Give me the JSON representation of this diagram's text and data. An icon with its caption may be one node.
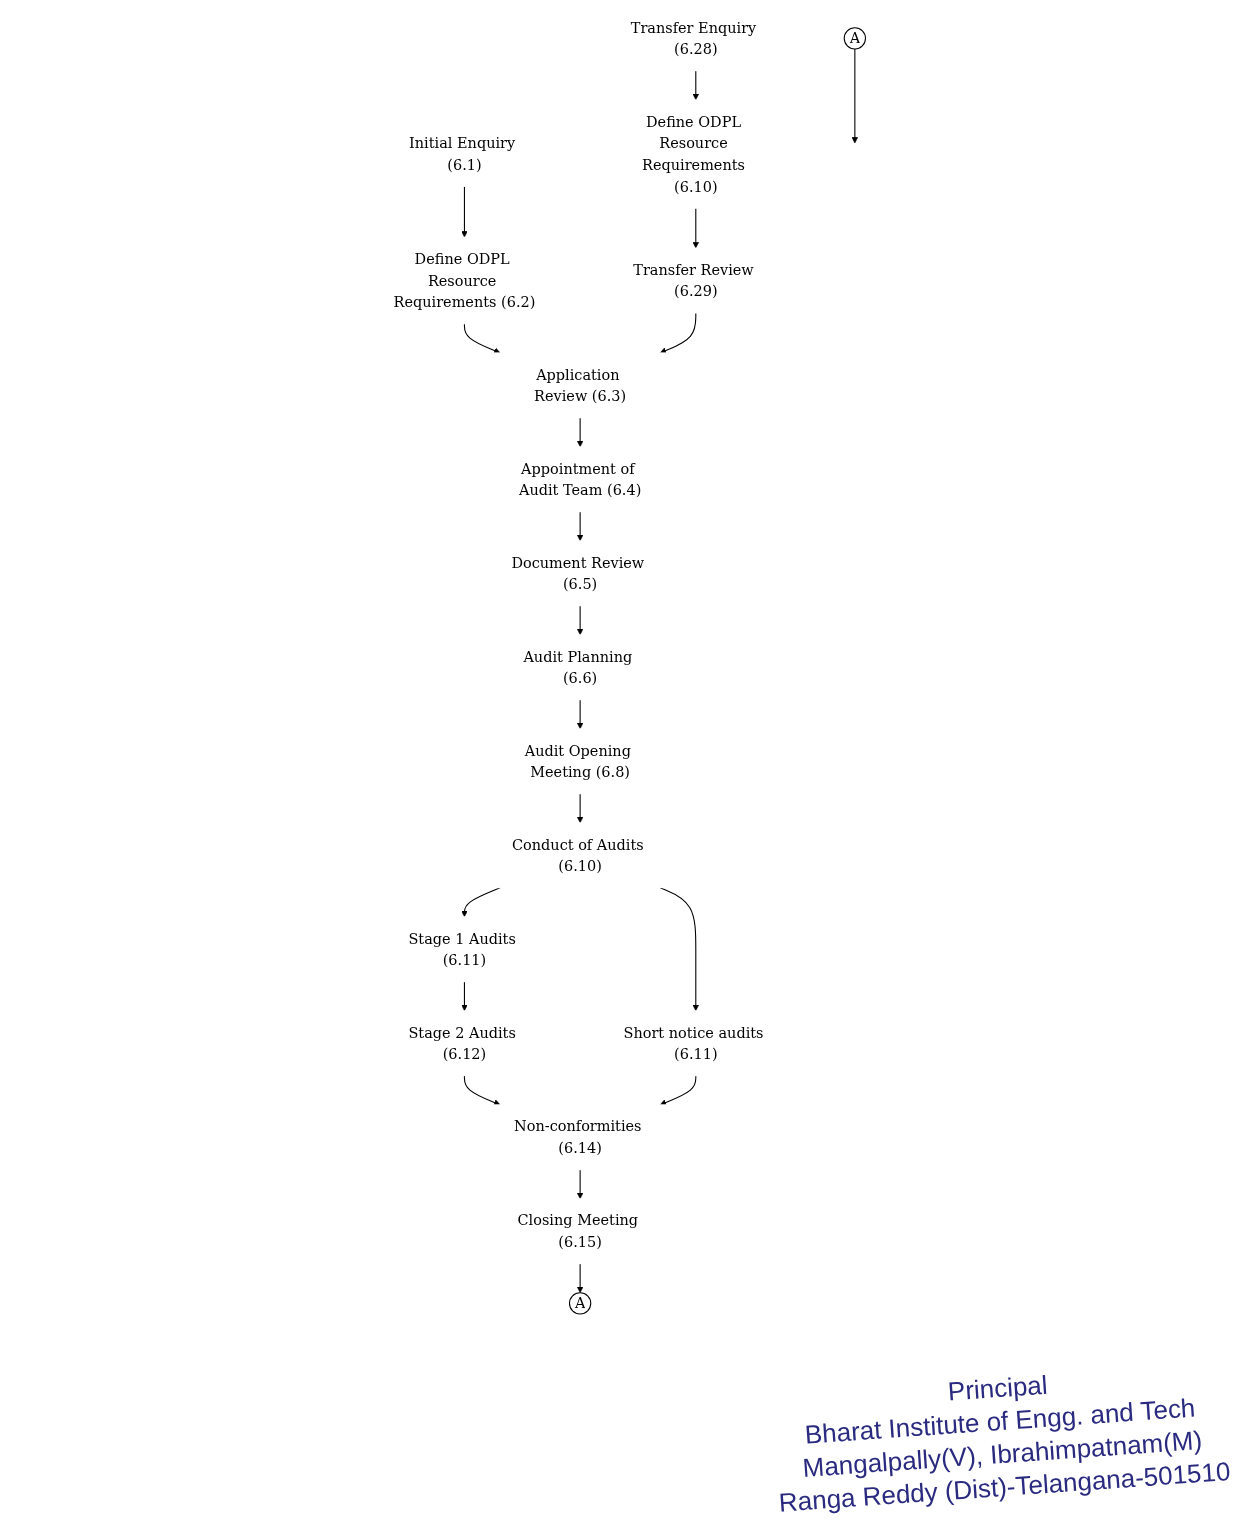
{
  "diagram": {
    "nodes": [
      {
        "text": [
          "Initial Enquiry (6.1)"
        ]
      },
      {
        "text": [
          "Define ODPL Resource Requirements (6.2)"
        ]
      },
      {
        "text": [
          "Application Review (6.3)"
        ]
      },
      {
        "text": [
          "Appointment of Audit Team (6.4)"
        ]
      },
      {
        "text": [
          "Document Review (6.5)"
        ]
      },
      {
        "text": [
          "Audit Planning (6.6)"
        ]
      },
      {
        "text": [
          "Audit Opening Meeting (6.8)"
        ]
      },
      {
        "text": [
          "Conduct of Audits (6.10)"
        ]
      },
      {
        "text": [
          "Stage 1 Audits (6.11)"
        ]
      },
      {
        "text": [
          "Stage 2 Audits (6.12)"
        ]
      },
      {
        "text": [
          "Non-conformities (6.14)"
        ]
      },
      {
        "text": [
          "Closing Meeting (6.15)"
        ]
      },
      {
        "text": [
          "A"
        ]
      },
      {
        "text": [
          "A"
        ]
      },
      {
        "text": [
          "Transfer Enquiry (6.28)"
        ]
      },
      {
        "text": [
          "Define ODPL Resource Requirements (6.10)"
        ]
      },
      {
        "text": [
          "Transfer Review (6.29)"
        ]
      },
      {
        "text": [
          "Short notice audits (6.11)"
        ]
      }
    ],
    "edges": [
      {
        "from": 0,
        "to": 1,
        "arrow": "to"
      },
      {
        "from": 1,
        "to": 2,
        "arrow": "to"
      },
      {
        "from": 2,
        "to": 3,
        "arrow": "to"
      },
      {
        "from": 3,
        "to": 4,
        "arrow": "to"
      },
      {
        "from": 4,
        "to": 5,
        "arrow": "to"
      },
      {
        "from": 5,
        "to": 6,
        "arrow": "to"
      },
      {
        "from": 6,
        "to": 7,
        "arrow": "to"
      },
      {
        "from": 7,
        "to": 8,
        "arrow": "to"
      },
      {
        "from": 8,
        "to": 9,
        "arrow": "to"
      },
      {
        "from": 9,
        "to": 10,
        "arrow": "to"
      },
      {
        "from": 10,
        "to": 11,
        "arrow": "to"
      },
      {
        "from": 11,
        "to": 12,
        "arrow": "to"
      },
      {
        "from": 13,
        "to": null,
        "arrow": "to"
      },
      {
        "from": 14,
        "to": 15,
        "arrow": "to"
      },
      {
        "from": 15,
        "to": 16,
        "arrow": "to"
      },
      {
        "from": 16,
        "to": 2,
        "arrow": "to"
      },
      {
        "from": 7,
        "to": 17,
        "arrow": "to"
      },
      {
        "from": 17,
        "to": 10,
        "arrow": "to"
      }
    ],
    "labels": [
      "Principal",
      "Bharat Institute of Engg. and Tech",
      "Mangalpally(V), Ibrahimpatnam(M)",
      "Ranga Reddy (Dist)-Telangana-501510"
    ]
  }
}
